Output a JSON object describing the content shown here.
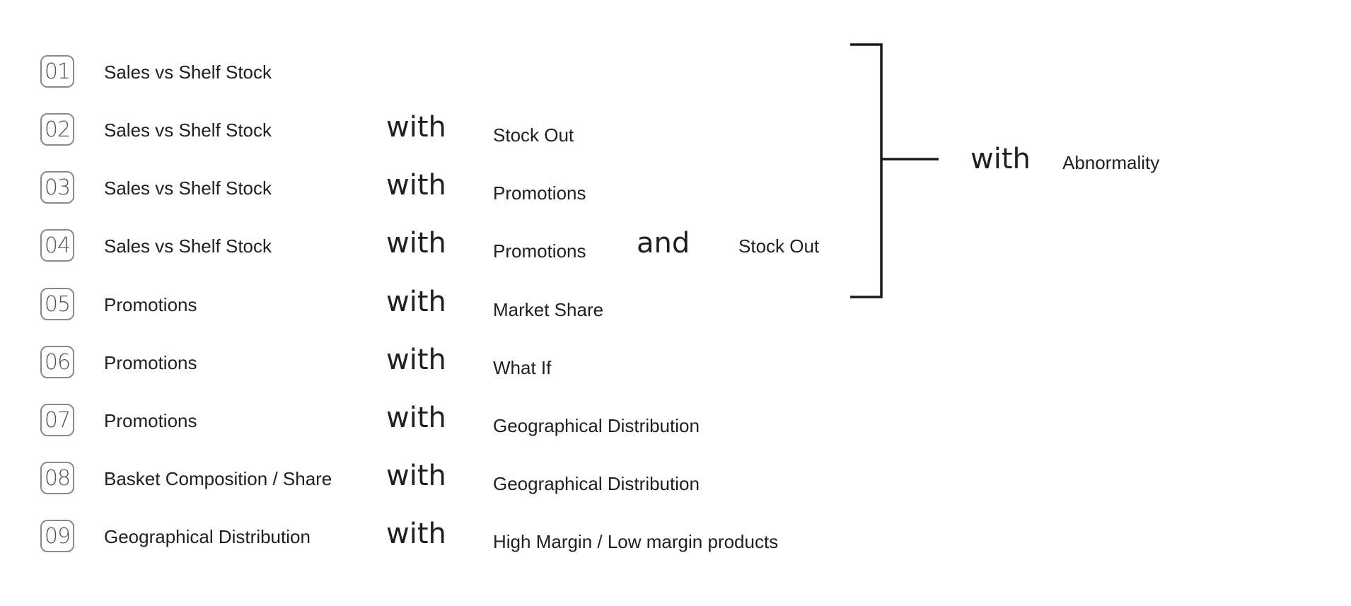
{
  "rows": [
    {
      "number": "01",
      "left": "Sales vs Shelf Stock",
      "connector": "",
      "right": ""
    },
    {
      "number": "02",
      "left": "Sales vs Shelf Stock",
      "connector": "with",
      "right": "Stock Out"
    },
    {
      "number": "03",
      "left": "Sales vs Shelf Stock",
      "connector": "with",
      "right": "Promotions"
    },
    {
      "number": "04",
      "left": "Sales vs Shelf Stock",
      "connector": "with",
      "right": "Promotions",
      "and_connector": "and",
      "extra": "Stock Out"
    },
    {
      "number": "05",
      "left": "Promotions",
      "connector": "with",
      "right": "Market Share"
    },
    {
      "number": "06",
      "left": "Promotions",
      "connector": "with",
      "right": "What If"
    },
    {
      "number": "07",
      "left": "Promotions",
      "connector": "with",
      "right": "Geographical Distribution"
    },
    {
      "number": "08",
      "left": "Basket Composition / Share",
      "connector": "with",
      "right": "Geographical Distribution"
    },
    {
      "number": "09",
      "left": "Geographical Distribution",
      "connector": "with",
      "right": "High Margin / Low margin products"
    }
  ],
  "group": {
    "connector": "with",
    "target": "Abnormality"
  },
  "colors": {
    "text": "#1f1f1f",
    "badge_border": "#8a8a8a",
    "badge_text": "#555555",
    "bracket": "#1a1a1a"
  }
}
